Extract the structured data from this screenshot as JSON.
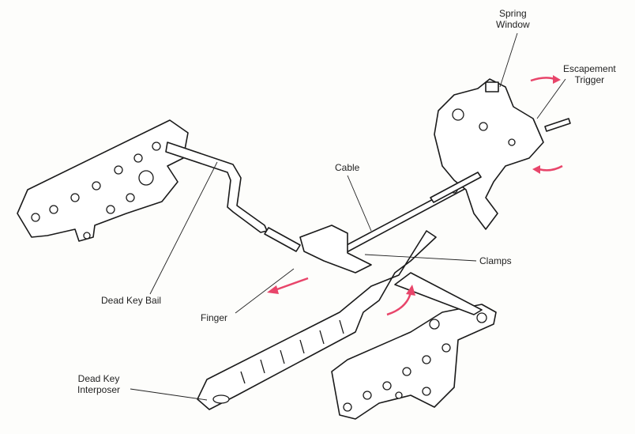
{
  "labels": {
    "spring_window": [
      "Spring",
      "Window"
    ],
    "escapement_trigger": [
      "Escapement",
      "Trigger"
    ],
    "cable": "Cable",
    "clamps": "Clamps",
    "dead_key_bail": "Dead Key Bail",
    "finger": "Finger",
    "dead_key_interposer": [
      "Dead Key",
      "Interposer"
    ]
  },
  "colors": {
    "arrow": "#e8456a",
    "line": "#1a1a1a"
  }
}
